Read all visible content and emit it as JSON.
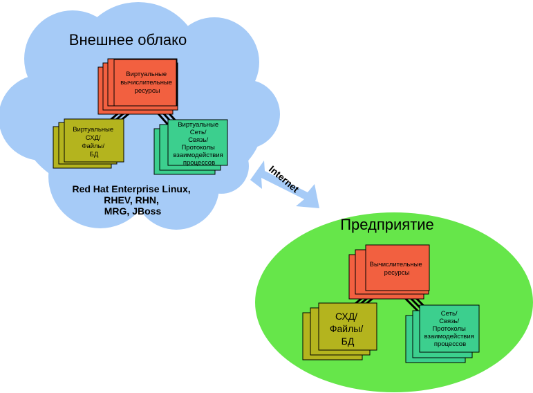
{
  "cloud": {
    "title": "Внешнее облако",
    "compute": [
      "Виртуальные",
      "вычислительные",
      "ресурсы"
    ],
    "storage": [
      "Виртуальные",
      "СХД/",
      "Файлы/",
      "БД"
    ],
    "network": [
      "Виртуальные",
      "Сеть/",
      "Связь/",
      "Протоколы",
      "взаимодействия",
      "процессов"
    ],
    "products": [
      "Red Hat Enterprise Linux,",
      "RHEV, RHN,",
      "MRG, JBoss"
    ],
    "colors": {
      "fill": "#a6cbf7"
    }
  },
  "link": {
    "label": "Internet",
    "color": "#a6cbf7"
  },
  "enterprise": {
    "title": "Предприятие",
    "compute": [
      "Вычислительные",
      "ресурсы"
    ],
    "storage": [
      "СХД/",
      "Файлы/",
      "БД"
    ],
    "network": [
      "Сеть/",
      "Связь/",
      "Протоколы",
      "взаимодействия",
      "процессов"
    ],
    "colors": {
      "fill": "#66e64a"
    }
  },
  "colors": {
    "compute": "#f26040",
    "storage": "#b4b41e",
    "network": "#3ccf8e"
  }
}
